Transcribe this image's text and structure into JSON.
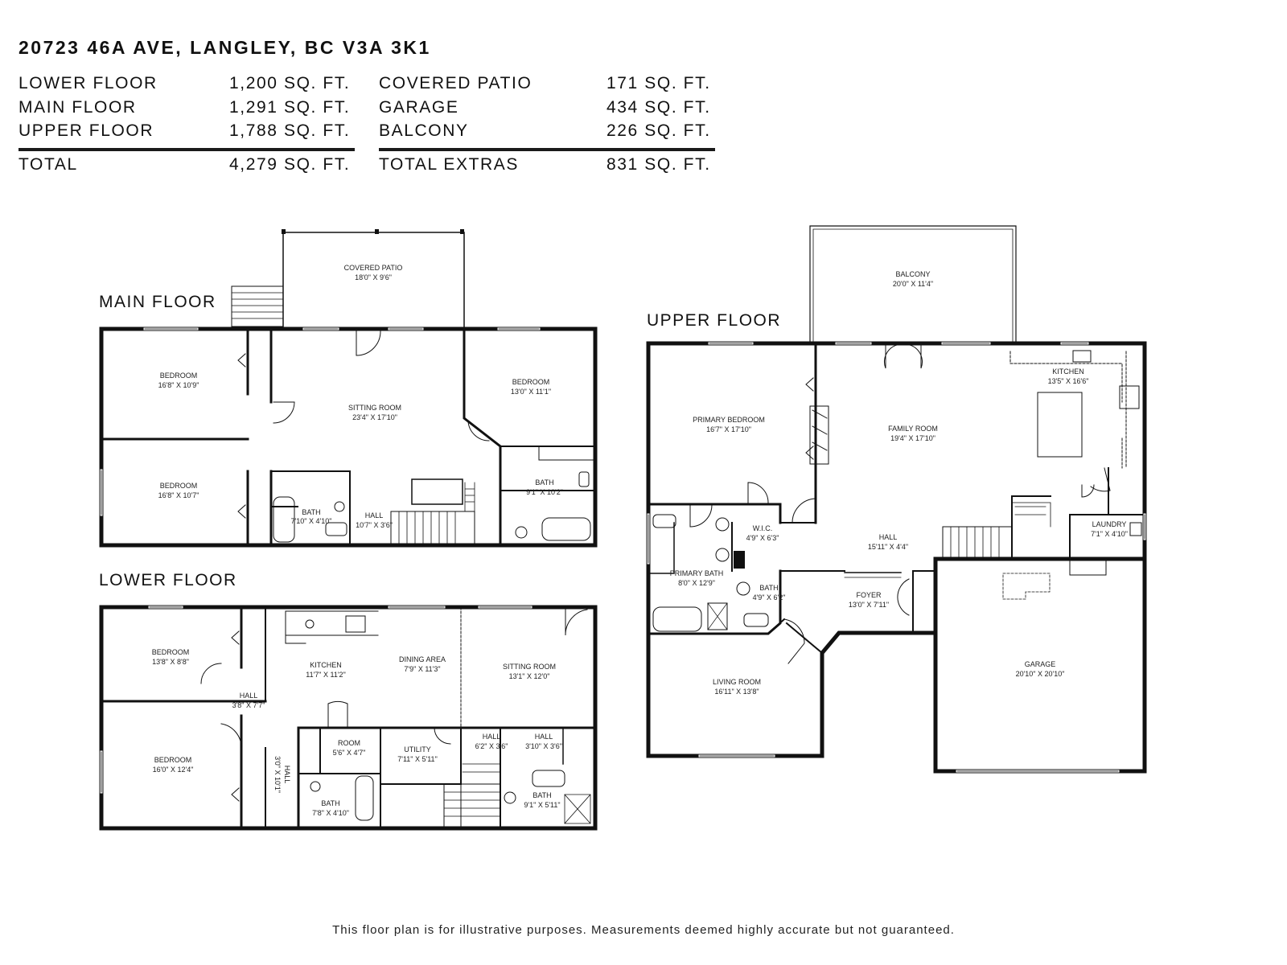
{
  "address": "20723 46A AVE, LANGLEY, BC V3A 3K1",
  "summary": {
    "left": [
      {
        "label": "LOWER FLOOR",
        "value": "1,200 SQ. FT."
      },
      {
        "label": "MAIN FLOOR",
        "value": "1,291 SQ. FT."
      },
      {
        "label": "UPPER FLOOR",
        "value": "1,788 SQ. FT."
      }
    ],
    "left_total": {
      "label": "TOTAL",
      "value": "4,279 SQ. FT."
    },
    "right": [
      {
        "label": "COVERED PATIO",
        "value": "171 SQ. FT."
      },
      {
        "label": "GARAGE",
        "value": "434 SQ. FT."
      },
      {
        "label": "BALCONY",
        "value": "226 SQ. FT."
      }
    ],
    "right_total": {
      "label": "TOTAL EXTRAS",
      "value": "831 SQ. FT."
    }
  },
  "floors": {
    "main": {
      "label": "MAIN FLOOR",
      "rooms": [
        {
          "name": "COVERED PATIO",
          "dims": "18'0\" X 9'6\""
        },
        {
          "name": "BEDROOM",
          "dims": "16'8\" X 10'9\""
        },
        {
          "name": "SITTING ROOM",
          "dims": "23'4\" X 17'10\""
        },
        {
          "name": "BEDROOM",
          "dims": "13'0\" X 11'1\""
        },
        {
          "name": "BEDROOM",
          "dims": "16'8\" X 10'7\""
        },
        {
          "name": "BATH",
          "dims": "9'1\" X 10'2\""
        },
        {
          "name": "BATH",
          "dims": "7'10\" X 4'10\""
        },
        {
          "name": "HALL",
          "dims": "10'7\" X 3'6\""
        }
      ]
    },
    "lower": {
      "label": "LOWER FLOOR",
      "rooms": [
        {
          "name": "BEDROOM",
          "dims": "13'8\" X 8'8\""
        },
        {
          "name": "KITCHEN",
          "dims": "11'7\" X 11'2\""
        },
        {
          "name": "DINING AREA",
          "dims": "7'9\" X 11'3\""
        },
        {
          "name": "SITTING ROOM",
          "dims": "13'1\" X 12'0\""
        },
        {
          "name": "HALL",
          "dims": "3'8\" X 7'7\""
        },
        {
          "name": "BEDROOM",
          "dims": "16'0\" X 12'4\""
        },
        {
          "name": "ROOM",
          "dims": "5'6\" X 4'7\""
        },
        {
          "name": "UTILITY",
          "dims": "7'11\" X 5'11\""
        },
        {
          "name": "HALL",
          "dims": "6'2\" X 3'6\""
        },
        {
          "name": "HALL",
          "dims": "3'10\" X 3'6\""
        },
        {
          "name": "BATH",
          "dims": "7'8\" X 4'10\""
        },
        {
          "name": "BATH",
          "dims": "9'1\" X 5'11\""
        }
      ],
      "vertical_hall": {
        "name": "HALL",
        "dims": "3'0\" X 10'1\""
      }
    },
    "upper": {
      "label": "UPPER FLOOR",
      "rooms": [
        {
          "name": "BALCONY",
          "dims": "20'0\" X 11'4\""
        },
        {
          "name": "PRIMARY BEDROOM",
          "dims": "16'7\" X 17'10\""
        },
        {
          "name": "FAMILY ROOM",
          "dims": "19'4\" X 17'10\""
        },
        {
          "name": "KITCHEN",
          "dims": "13'5\" X 16'6\""
        },
        {
          "name": "W.I.C.",
          "dims": "4'9\" X 6'3\""
        },
        {
          "name": "HALL",
          "dims": "15'11\" X 4'4\""
        },
        {
          "name": "LAUNDRY",
          "dims": "7'1\" X 4'10\""
        },
        {
          "name": "PRIMARY BATH",
          "dims": "8'0\" X 12'9\""
        },
        {
          "name": "BATH",
          "dims": "4'9\" X 6'2\""
        },
        {
          "name": "FOYER",
          "dims": "13'0\" X 7'11\""
        },
        {
          "name": "LIVING ROOM",
          "dims": "16'11\" X 13'8\""
        },
        {
          "name": "GARAGE",
          "dims": "20'10\" X 20'10\""
        }
      ]
    }
  },
  "disclaimer": "This floor plan is for illustrative purposes. Measurements deemed highly accurate but not guaranteed."
}
